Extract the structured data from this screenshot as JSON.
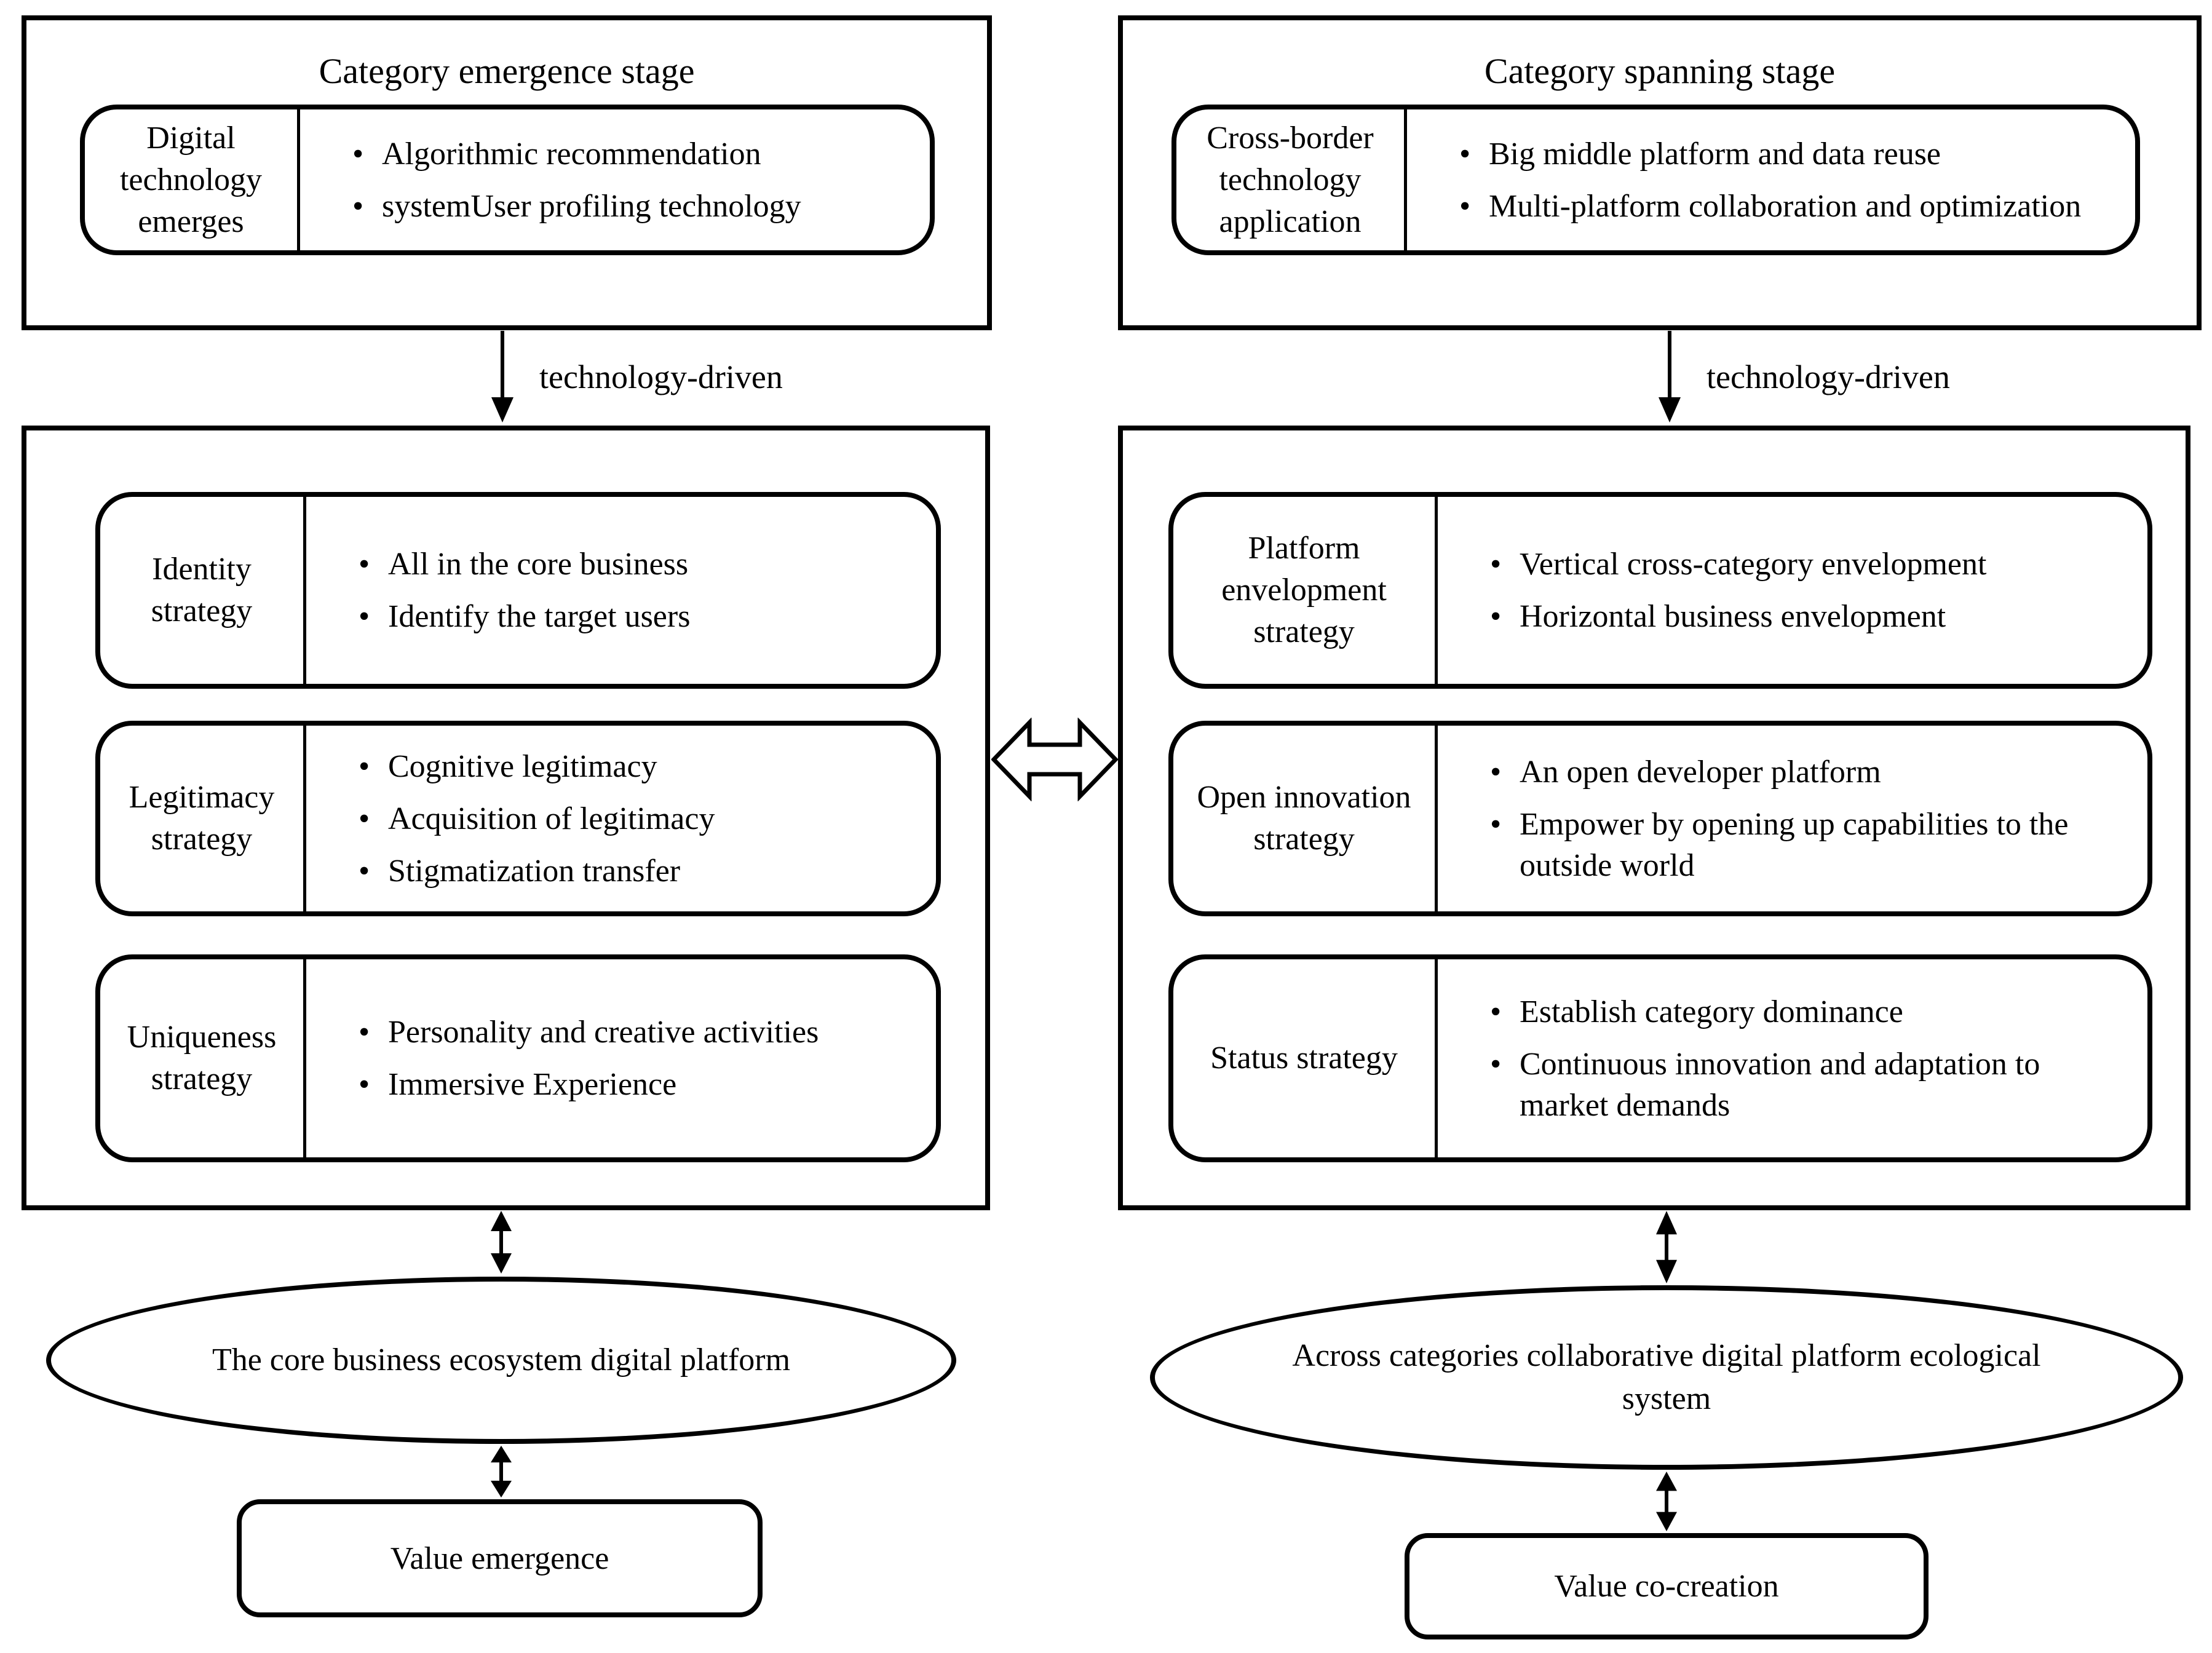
{
  "colors": {
    "line": "#000000",
    "background": "#ffffff",
    "text": "#000000"
  },
  "icons": {
    "down_arrow": "↓",
    "double_arrow_vertical": "↕",
    "double_arrow_horizontal": "⇔"
  },
  "columns": {
    "left": {
      "stage_title": "Category emergence stage",
      "stage_label": "Digital technology emerges",
      "stage_bullets": [
        "Algorithmic recommendation",
        "systemUser profiling technology"
      ],
      "arrow_label": "technology-driven",
      "strategies": [
        {
          "label": "Identity strategy",
          "bullets": [
            "All in the core business",
            "Identify the target users"
          ]
        },
        {
          "label": "Legitimacy strategy",
          "bullets": [
            "Cognitive legitimacy",
            "Acquisition of legitimacy",
            "Stigmatization transfer"
          ]
        },
        {
          "label": "Uniqueness strategy",
          "bullets": [
            "Personality and creative activities",
            "Immersive Experience"
          ]
        }
      ],
      "ellipse_label": "The core business ecosystem digital platform",
      "value_label": "Value emergence"
    },
    "right": {
      "stage_title": "Category spanning stage",
      "stage_label": "Cross-border technology application",
      "stage_bullets": [
        "Big middle platform and data reuse",
        "Multi-platform collaboration and optimization"
      ],
      "arrow_label": "technology-driven",
      "strategies": [
        {
          "label": "Platform envelopment strategy",
          "bullets": [
            "Vertical cross-category envelopment",
            "Horizontal business envelopment"
          ]
        },
        {
          "label": "Open innovation strategy",
          "bullets": [
            "An open developer platform",
            "Empower by opening up capabilities to the outside world"
          ]
        },
        {
          "label": "Status strategy",
          "bullets": [
            "Establish category dominance",
            "Continuous innovation and adaptation to market demands"
          ]
        }
      ],
      "ellipse_label": "Across categories collaborative digital platform ecological system",
      "value_label": "Value co-creation"
    }
  }
}
